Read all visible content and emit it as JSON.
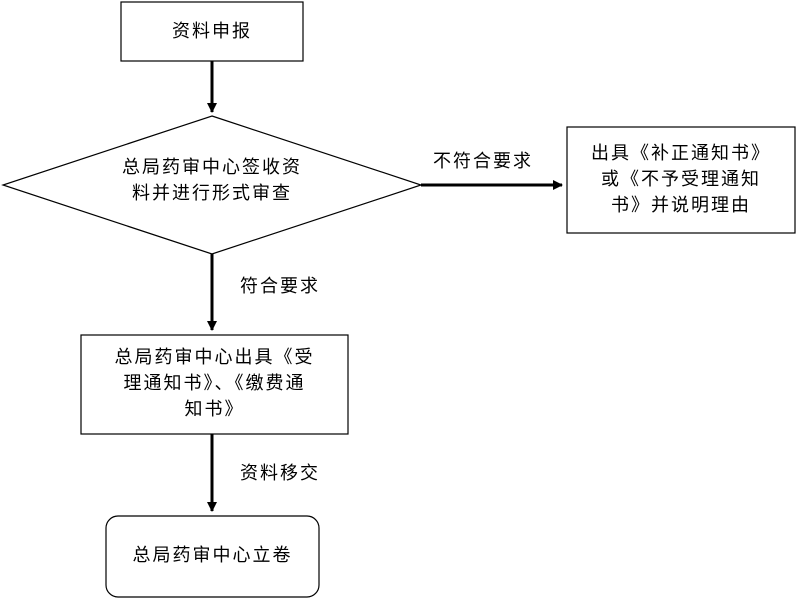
{
  "nodes": {
    "submit": {
      "label": "资料申报"
    },
    "review": {
      "line1": "总局药审中心签收资",
      "line2": "料并进行形式审查"
    },
    "reject": {
      "line1": "出具《补正通知书》",
      "line2": "或《不予受理通知",
      "line3": "书》并说明理由"
    },
    "accept": {
      "line1": "总局药审中心出具《受",
      "line2": "理通知书》、《缴费通",
      "line3": "知书》"
    },
    "file": {
      "label": "总局药审中心立卷"
    }
  },
  "edges": {
    "not_compliant": "不符合要求",
    "compliant": "符合要求",
    "transfer": "资料移交"
  }
}
